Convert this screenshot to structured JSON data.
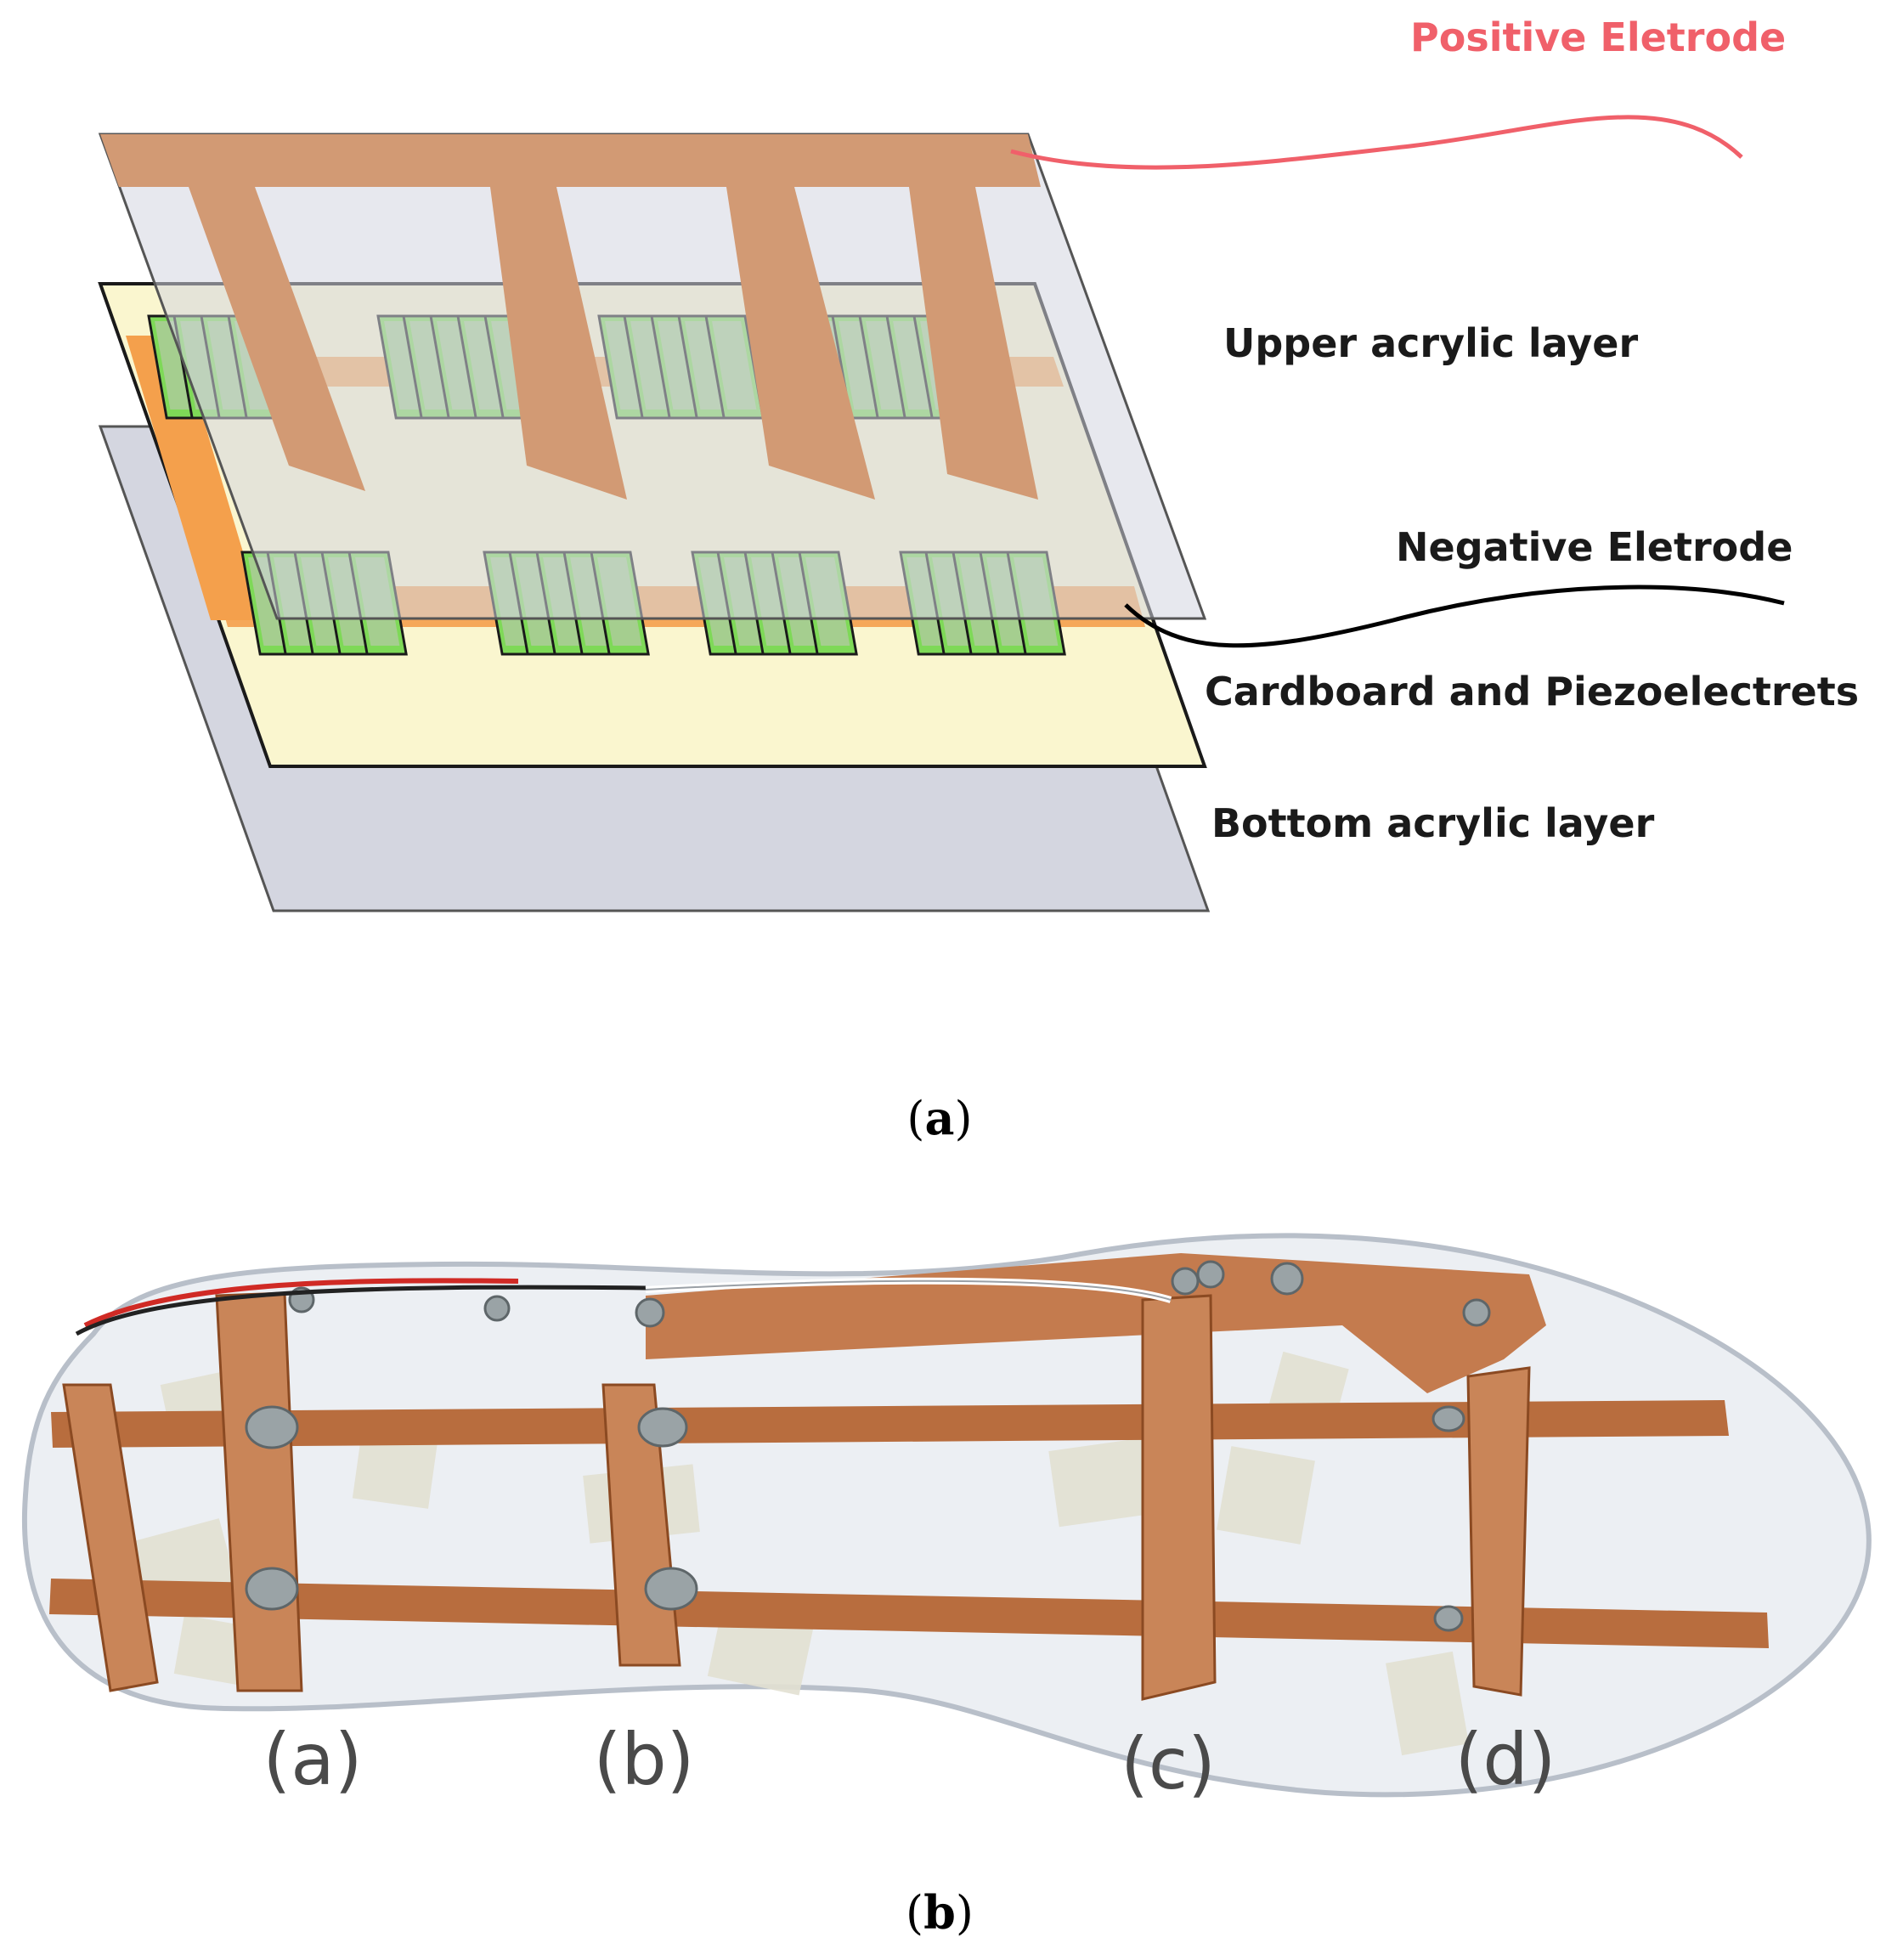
{
  "diagram_a": {
    "labels": {
      "positive": "Positive Eletrode",
      "upper": "Upper acrylic layer",
      "negative": "Negative Eletrode",
      "cardboard": "Cardboard and Piezoelectrets",
      "bottom": "Bottom acrylic layer"
    },
    "caption": {
      "open": "(",
      "letter": "a",
      "close": ")"
    }
  },
  "photo_b": {
    "position_labels": [
      "(a)",
      "(b)",
      "(c)",
      "(d)"
    ],
    "caption": {
      "open": "(",
      "letter": "b",
      "close": ")"
    }
  },
  "colors": {
    "acrylic": "#d4d6e0",
    "cardboard": "#faf6cf",
    "copper_tape": "#d29a74",
    "negative_strip": "#f4a04c",
    "piezo_green": "#7ed957",
    "positive_wire": "#f0606a",
    "negative_wire": "#000000",
    "photo_copper": "#b86d3e"
  }
}
